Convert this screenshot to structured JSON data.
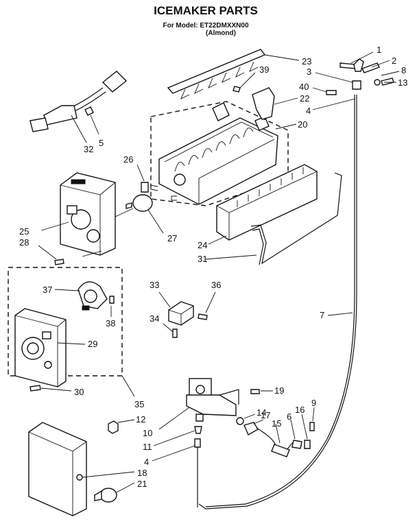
{
  "header": {
    "title": "ICEMAKER PARTS",
    "model_line": "For Model: ET22DMXXN00",
    "variant_line": "(Almond)"
  },
  "callouts": [
    {
      "id": "c1",
      "text": "1"
    },
    {
      "id": "c2",
      "text": "2"
    },
    {
      "id": "c8",
      "text": "8"
    },
    {
      "id": "c3",
      "text": "3"
    },
    {
      "id": "c13",
      "text": "13"
    },
    {
      "id": "c23",
      "text": "23"
    },
    {
      "id": "c39",
      "text": "39"
    },
    {
      "id": "c40",
      "text": "40"
    },
    {
      "id": "c22",
      "text": "22"
    },
    {
      "id": "c4a",
      "text": "4"
    },
    {
      "id": "c20",
      "text": "20"
    },
    {
      "id": "c32",
      "text": "32"
    },
    {
      "id": "c5",
      "text": "5"
    },
    {
      "id": "c26",
      "text": "26"
    },
    {
      "id": "c25",
      "text": "25"
    },
    {
      "id": "c28",
      "text": "28"
    },
    {
      "id": "c27",
      "text": "27"
    },
    {
      "id": "c24",
      "text": "24"
    },
    {
      "id": "c31",
      "text": "31"
    },
    {
      "id": "c33",
      "text": "33"
    },
    {
      "id": "c36",
      "text": "36"
    },
    {
      "id": "c37",
      "text": "37"
    },
    {
      "id": "c34",
      "text": "34"
    },
    {
      "id": "c38",
      "text": "38"
    },
    {
      "id": "c29",
      "text": "29"
    },
    {
      "id": "c7",
      "text": "7"
    },
    {
      "id": "c30",
      "text": "30"
    },
    {
      "id": "c19",
      "text": "19"
    },
    {
      "id": "c35",
      "text": "35"
    },
    {
      "id": "c12",
      "text": "12"
    },
    {
      "id": "c9",
      "text": "9"
    },
    {
      "id": "c14",
      "text": "14"
    },
    {
      "id": "c17",
      "text": "17"
    },
    {
      "id": "c16",
      "text": "16"
    },
    {
      "id": "c6",
      "text": "6"
    },
    {
      "id": "c15",
      "text": "15"
    },
    {
      "id": "c10",
      "text": "10"
    },
    {
      "id": "c11",
      "text": "11"
    },
    {
      "id": "c4b",
      "text": "4"
    },
    {
      "id": "c18",
      "text": "18"
    },
    {
      "id": "c21",
      "text": "21"
    }
  ]
}
